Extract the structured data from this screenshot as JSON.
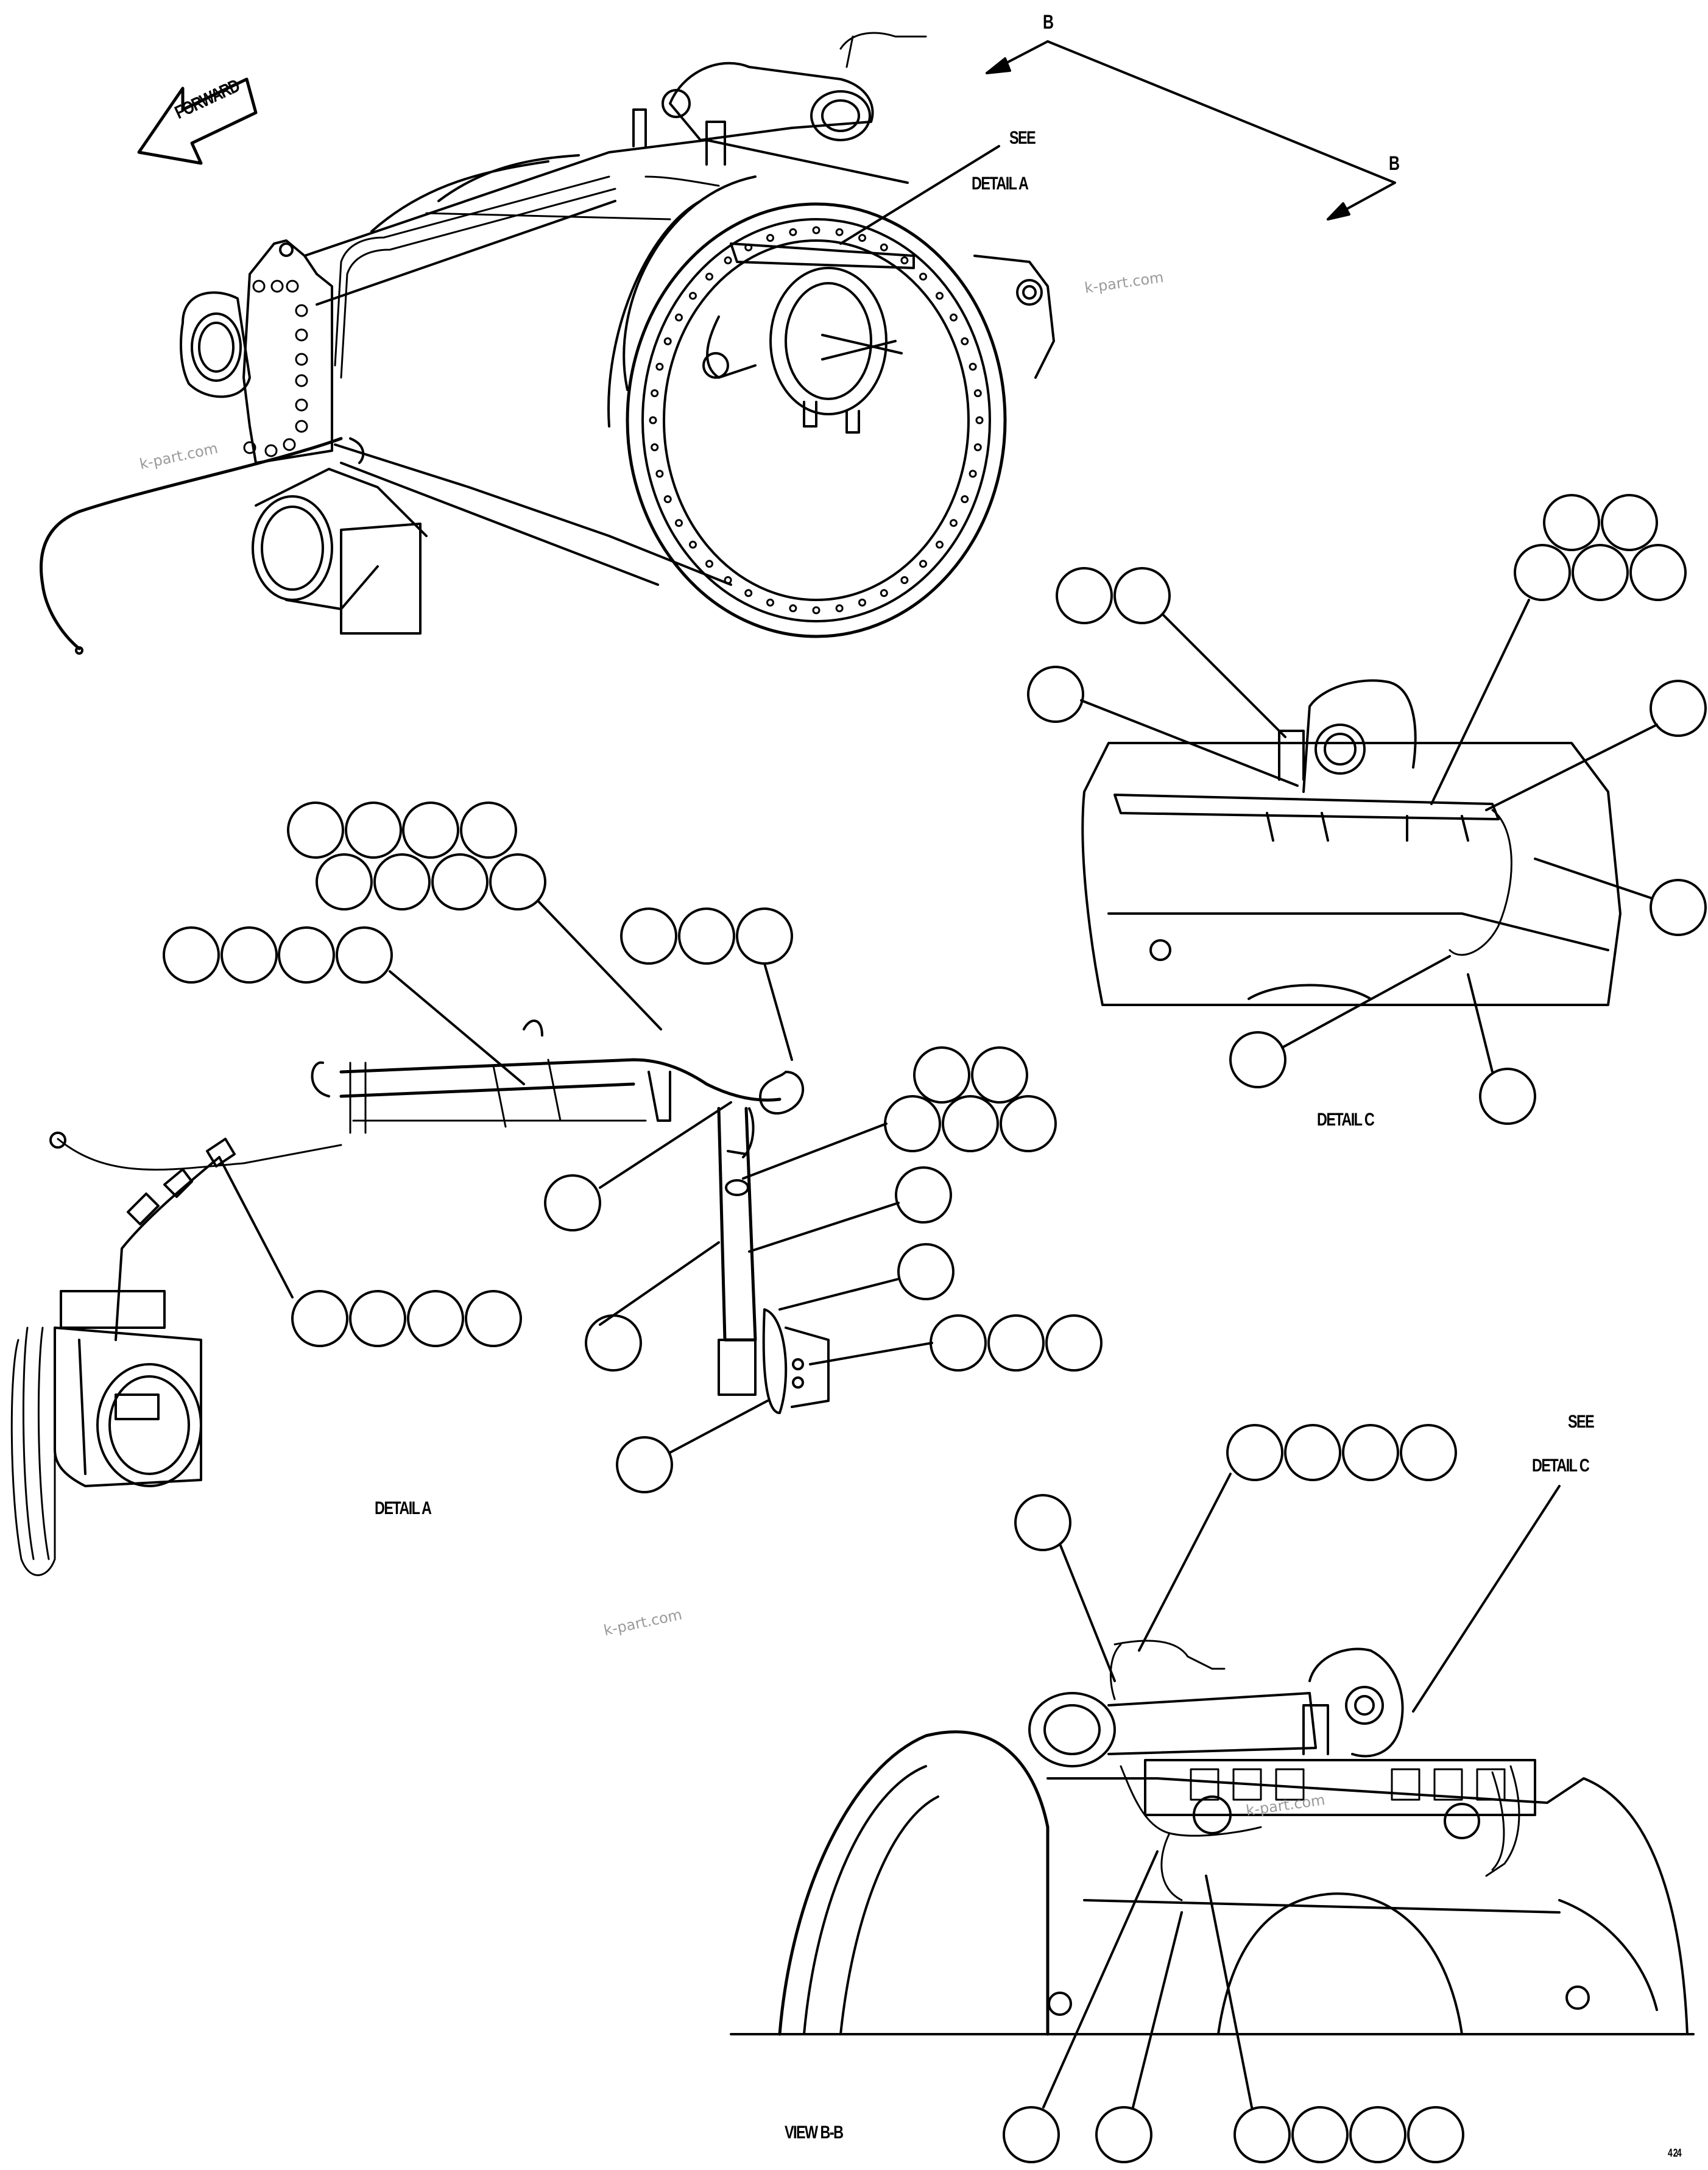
{
  "labels": {
    "forward": "FORWARD",
    "section_b_top": "B",
    "section_b_right": "B",
    "see_top": "SEE",
    "detail_a_ref": "DETAIL A",
    "detail_a_title": "DETAIL A",
    "detail_c_title": "DETAIL C",
    "see_bottom": "SEE",
    "detail_c_ref": "DETAIL C",
    "view_bb_title": "VIEW B-B",
    "figure_code": "4 24"
  },
  "watermarks": [
    "k-part.com",
    "k-part.com",
    "k-part.com",
    "k-part.com"
  ],
  "colors": {
    "ink": "#000000",
    "paper": "#ffffff",
    "watermark": "#9a9a9a"
  }
}
